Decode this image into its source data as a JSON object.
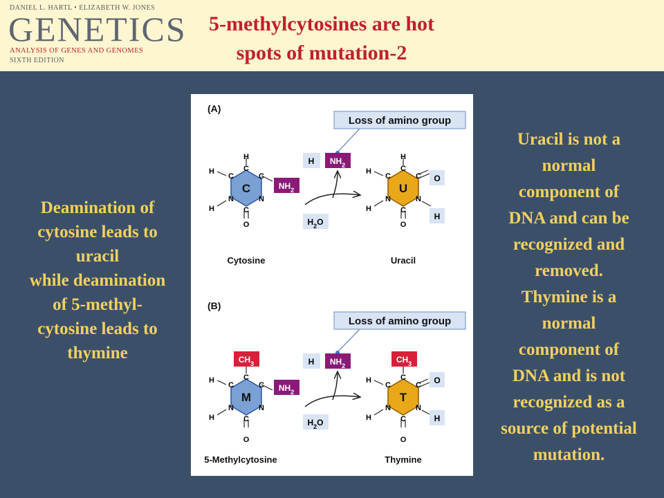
{
  "header": {
    "logo": {
      "authors": "DANIEL L. HARTL • ELIZABETH W. JONES",
      "title": "GENETICS",
      "subtitle": "ANALYSIS OF GENES AND GENOMES",
      "edition": "SIXTH EDITION"
    },
    "title_line1": "5-methylcytosines are hot",
    "title_line2": "spots of mutation-2"
  },
  "left_text": [
    "Deamination of",
    "cytosine leads to",
    "uracil",
    "while deamination",
    "of 5-methyl-",
    "cytosine leads to",
    "thymine"
  ],
  "right_text": [
    "Uracil is not a",
    "normal",
    "component of",
    "DNA and can be",
    "recognized and",
    "removed.",
    "Thymine is a",
    "normal",
    "component of",
    "DNA and is not",
    "recognized as a",
    "source of potential",
    "mutation."
  ],
  "figure": {
    "panel_a": {
      "label": "(A)",
      "callout": "Loss of amino group",
      "left_molecule": "Cytosine",
      "right_molecule": "Uracil",
      "left_base": "C",
      "right_base": "U"
    },
    "panel_b": {
      "label": "(B)",
      "callout": "Loss of amino group",
      "left_molecule": "5-Methylcytosine",
      "right_molecule": "Thymine",
      "left_base": "M",
      "right_base": "T",
      "methyl": "CH3"
    },
    "atoms": {
      "H": "H",
      "N": "N",
      "C": "C",
      "O": "O",
      "NH2": "NH2",
      "H2O": "H2O"
    }
  },
  "colors": {
    "background": "#3b5068",
    "header": "#fdf6d0",
    "title": "#c0202a",
    "body_text": "#f2d060",
    "cytosine": "#7aa0d4",
    "uracil": "#e8a81a",
    "amino": "#8a1a78",
    "methyl": "#d8203a",
    "callout_box": "#d8e4f4"
  }
}
